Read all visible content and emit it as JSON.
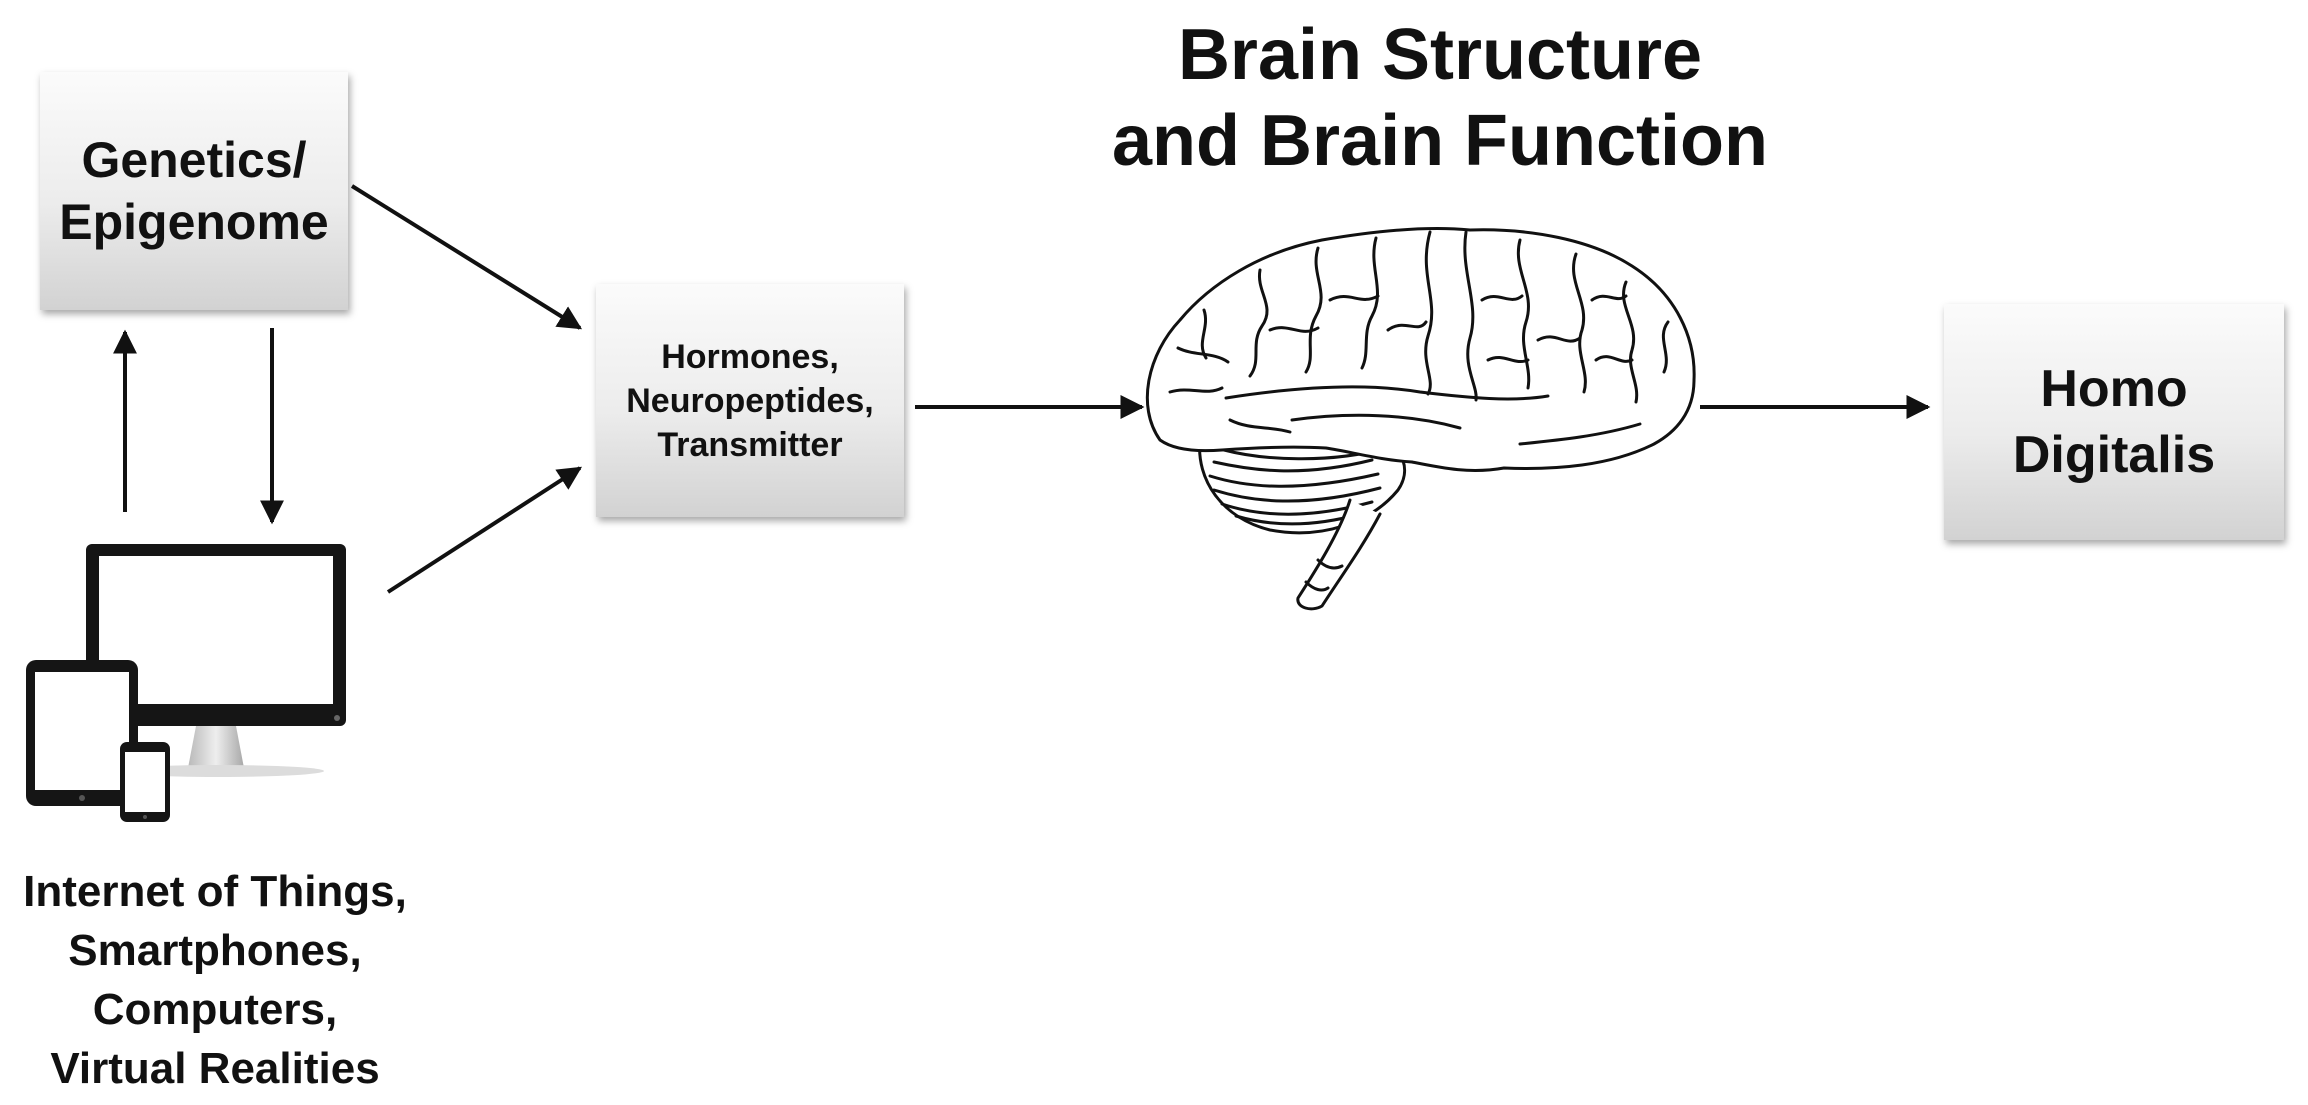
{
  "title": "Brain Structure\nand Brain Function",
  "nodes": {
    "genetics": "Genetics/\nEpigenome",
    "hormones": "Hormones,\nNeuropeptides,\nTransmitter",
    "homo_digitalis": "Homo\nDigitalis"
  },
  "devices_label_lines": [
    "Internet of Things,",
    "Smartphones,",
    "Computers,",
    "Virtual Realities"
  ],
  "icons": {
    "devices": "devices-icon",
    "brain": "brain-icon"
  },
  "colors": {
    "box_top": "#fbfbfb",
    "box_bottom": "#d2d2d2",
    "ink": "#111111"
  }
}
